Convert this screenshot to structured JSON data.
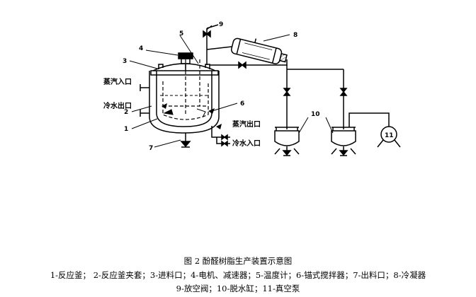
{
  "diagram": {
    "labels": {
      "n1": "1",
      "n2": "2",
      "n3": "3",
      "n4": "4",
      "n5": "5",
      "n6": "6",
      "n7": "7",
      "n8": "8",
      "n9": "9",
      "n10": "10",
      "n11": "11",
      "steam_inlet": "蒸汽入口",
      "cold_water_outlet": "冷水出口",
      "steam_outlet": "蒸汽出口",
      "cold_water_inlet": "冷水入口"
    }
  },
  "caption": {
    "title": "图 2  酚醛树脂生产装置示意图",
    "legend_line1": "1-反应釜；  2-反应釜夹套；3-进料口；4-电机、减速器；5-温度计；6-锚式搅拌器；7-出料口；8-冷凝器",
    "legend_line2": "9-放空阀；10-脱水缸；11-真空泵"
  }
}
